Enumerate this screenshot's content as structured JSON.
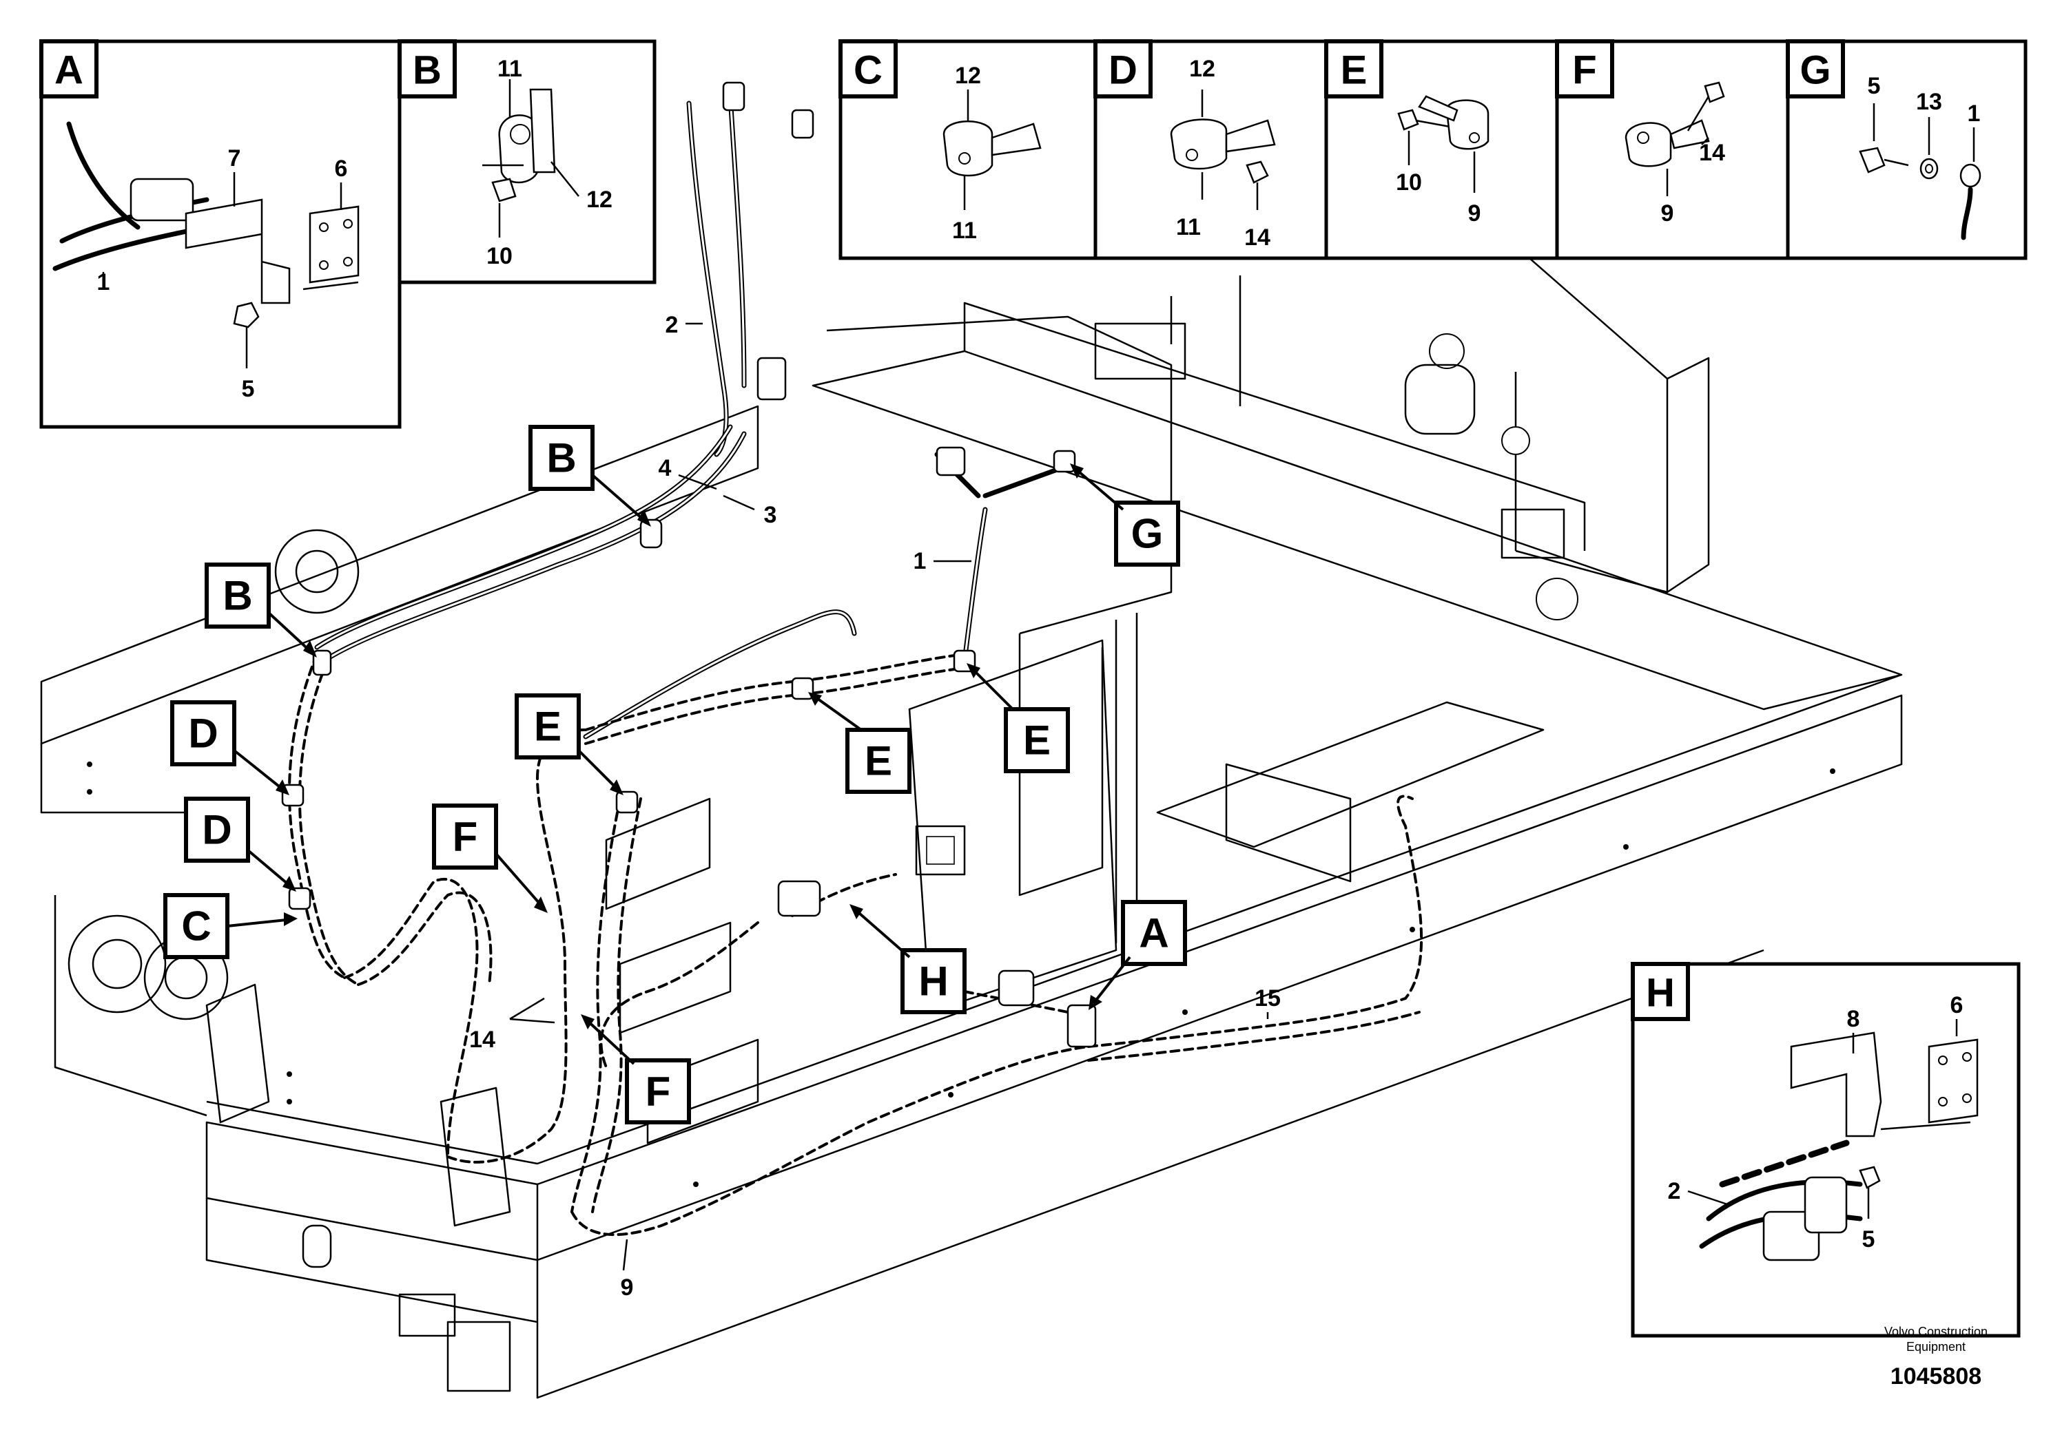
{
  "callouts": {
    "A": "A",
    "B": "B",
    "C": "C",
    "D": "D",
    "E": "E",
    "F": "F",
    "G": "G",
    "H": "H"
  },
  "part_numbers": {
    "n1": "1",
    "n2": "2",
    "n3": "3",
    "n4": "4",
    "n5": "5",
    "n6": "6",
    "n7": "7",
    "n8": "8",
    "n9": "9",
    "n10": "10",
    "n11": "11",
    "n12": "12",
    "n13": "13",
    "n14": "14",
    "n15": "15"
  },
  "footer": {
    "company_line1": "Volvo Construction",
    "company_line2": "Equipment",
    "drawing_number": "1045808"
  }
}
